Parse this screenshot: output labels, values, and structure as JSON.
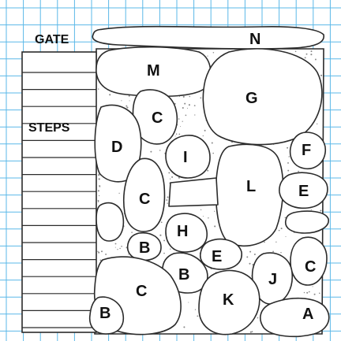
{
  "labels": {
    "gate": "GATE",
    "steps": "STEPS"
  },
  "stones": [
    {
      "id": "n",
      "letter": "N"
    },
    {
      "id": "m",
      "letter": "M"
    },
    {
      "id": "g",
      "letter": "G"
    },
    {
      "id": "c-upper",
      "letter": "C"
    },
    {
      "id": "d",
      "letter": "D"
    },
    {
      "id": "i",
      "letter": "I"
    },
    {
      "id": "f",
      "letter": "F"
    },
    {
      "id": "l",
      "letter": "L"
    },
    {
      "id": "e-right",
      "letter": "E"
    },
    {
      "id": "c-middle",
      "letter": "C"
    },
    {
      "id": "h",
      "letter": "H"
    },
    {
      "id": "b-small",
      "letter": "B"
    },
    {
      "id": "e-lower",
      "letter": "E"
    },
    {
      "id": "b-middle",
      "letter": "B"
    },
    {
      "id": "j",
      "letter": "J"
    },
    {
      "id": "c-right",
      "letter": "C"
    },
    {
      "id": "c-lower",
      "letter": "C"
    },
    {
      "id": "k",
      "letter": "K"
    },
    {
      "id": "b-corner",
      "letter": "B"
    },
    {
      "id": "a",
      "letter": "A"
    }
  ],
  "colors": {
    "grid": "#5bb8e8",
    "outline": "#2b2b2b",
    "gravel": "#8a8a8a",
    "background": "#ffffff"
  }
}
